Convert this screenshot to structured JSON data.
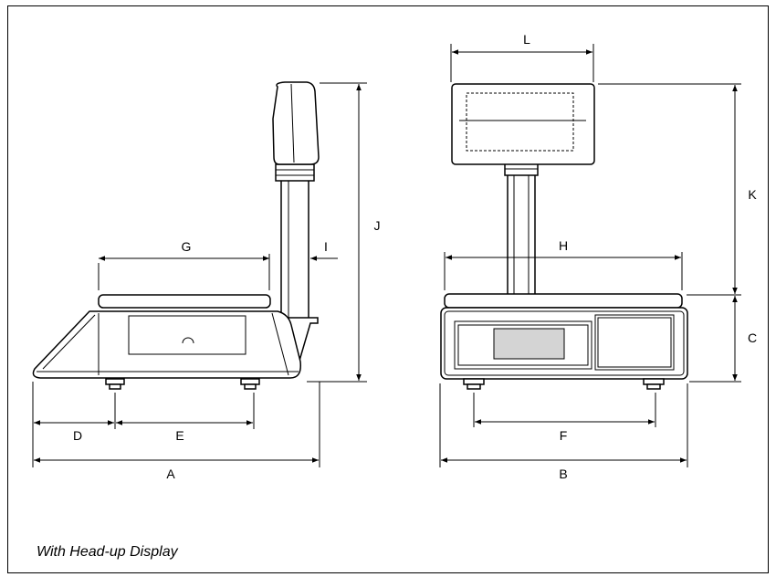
{
  "caption": "With Head-up Display",
  "dimension_labels": {
    "A": "A",
    "B": "B",
    "C": "C",
    "D": "D",
    "E": "E",
    "F": "F",
    "G": "G",
    "H": "H",
    "I": "I",
    "J": "J",
    "K": "K",
    "L": "L"
  },
  "colors": {
    "line": "#000000",
    "lcd_fill": "#d4d4d4",
    "background": "#ffffff"
  }
}
